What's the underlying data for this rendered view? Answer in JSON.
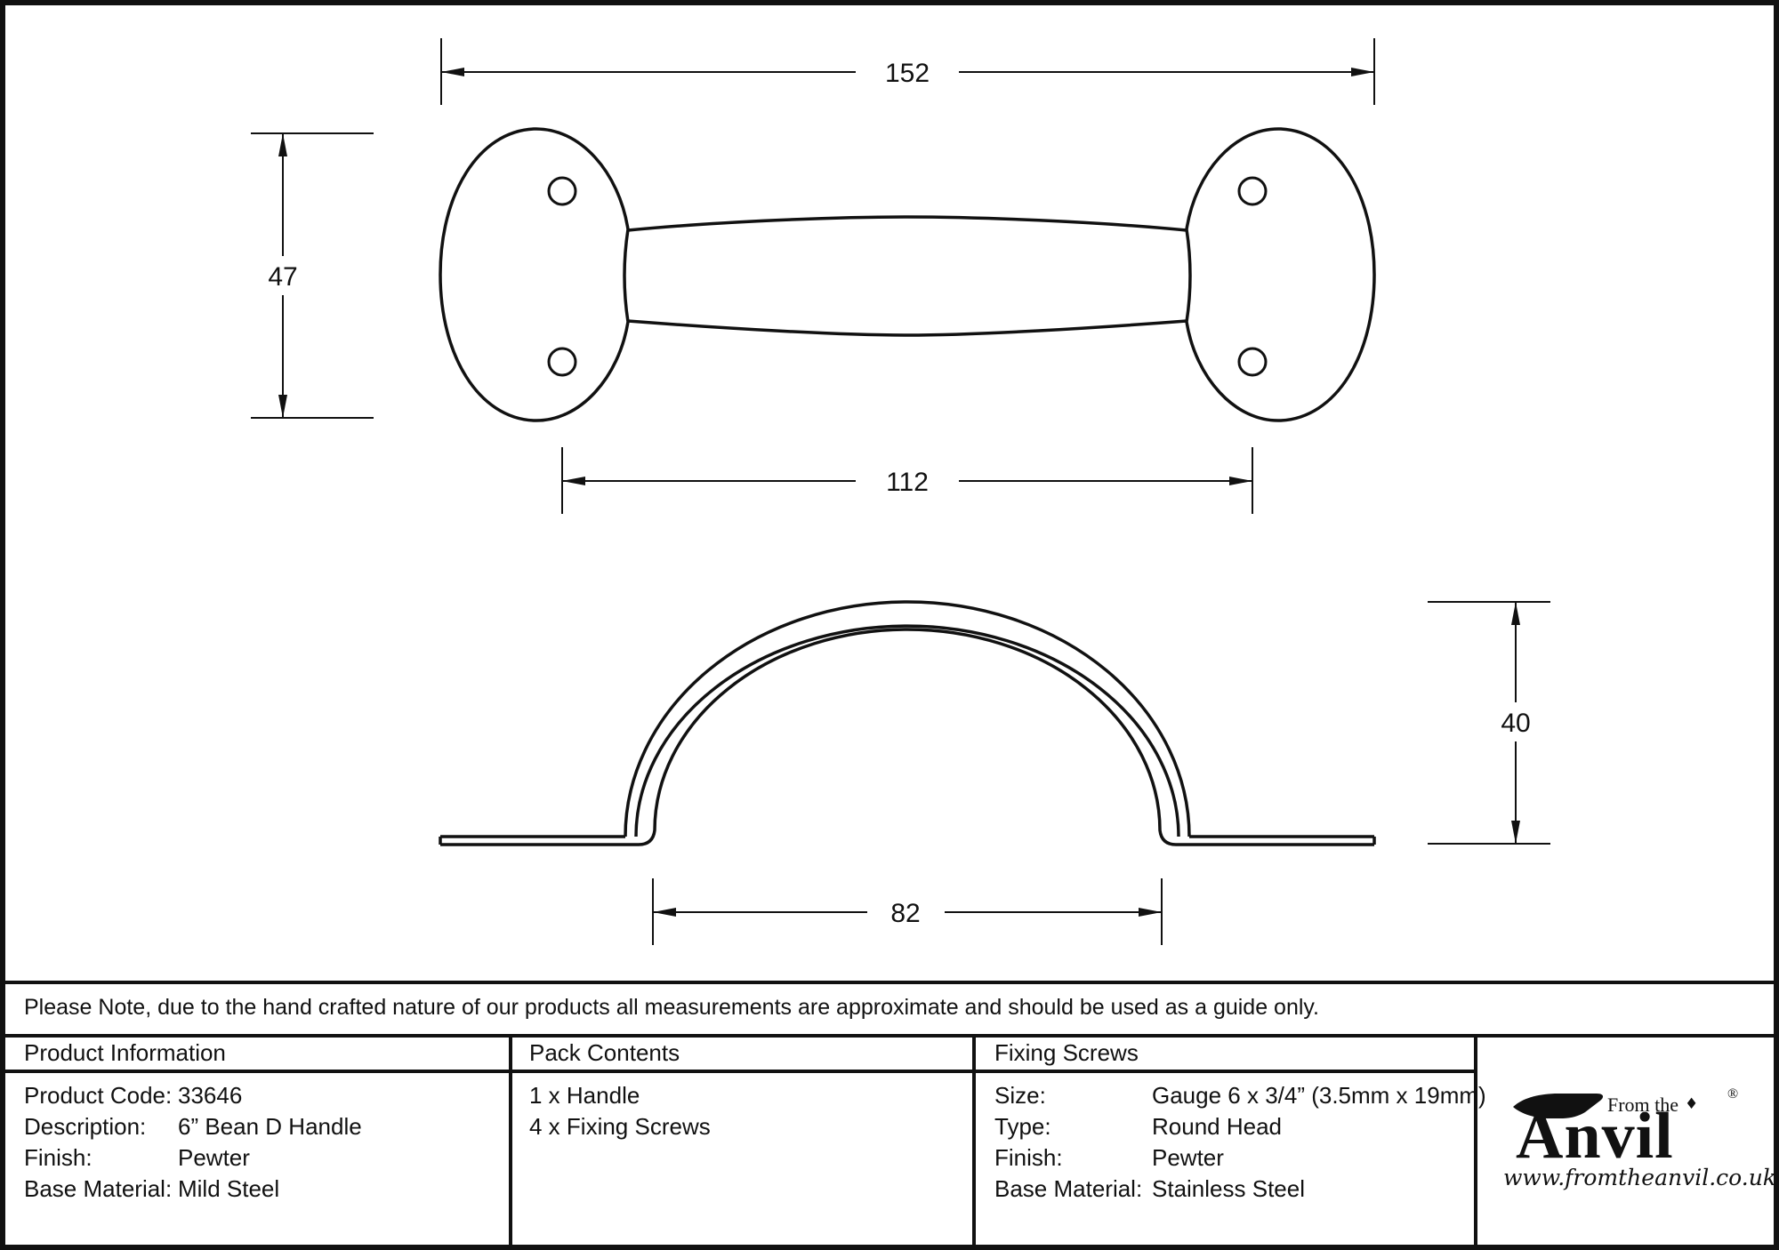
{
  "drawing": {
    "top_view": {
      "width_mm": "152",
      "plate_height_mm": "47",
      "hole_spacing_mm": "112"
    },
    "side_view": {
      "projection_mm": "40",
      "inner_width_mm": "82"
    }
  },
  "note": "Please Note, due to the hand crafted nature of our products all measurements are approximate and should be used as a guide only.",
  "table": {
    "product_information": {
      "title": "Product Information",
      "rows": [
        {
          "label": "Product Code:",
          "value": "33646"
        },
        {
          "label": "Description:",
          "value": "6” Bean D Handle"
        },
        {
          "label": "Finish:",
          "value": "Pewter"
        },
        {
          "label": "Base Material:",
          "value": "Mild Steel"
        }
      ]
    },
    "pack_contents": {
      "title": "Pack Contents",
      "items": [
        "1 x Handle",
        "4 x Fixing Screws"
      ]
    },
    "fixing_screws": {
      "title": "Fixing Screws",
      "rows": [
        {
          "label": "Size:",
          "value": "Gauge 6 x 3/4” (3.5mm x 19mm)"
        },
        {
          "label": "Type:",
          "value": "Round Head"
        },
        {
          "label": "Finish:",
          "value": "Pewter"
        },
        {
          "label": "Base Material:",
          "value": "Stainless Steel"
        }
      ]
    }
  },
  "logo": {
    "prefix": "From the",
    "brand_a": "A",
    "brand_rest": "nvil",
    "diamond": "♦",
    "registered": "®",
    "website": "www.fromtheanvil.co.uk"
  },
  "colors": {
    "ink": "#111111",
    "background": "#ffffff"
  }
}
